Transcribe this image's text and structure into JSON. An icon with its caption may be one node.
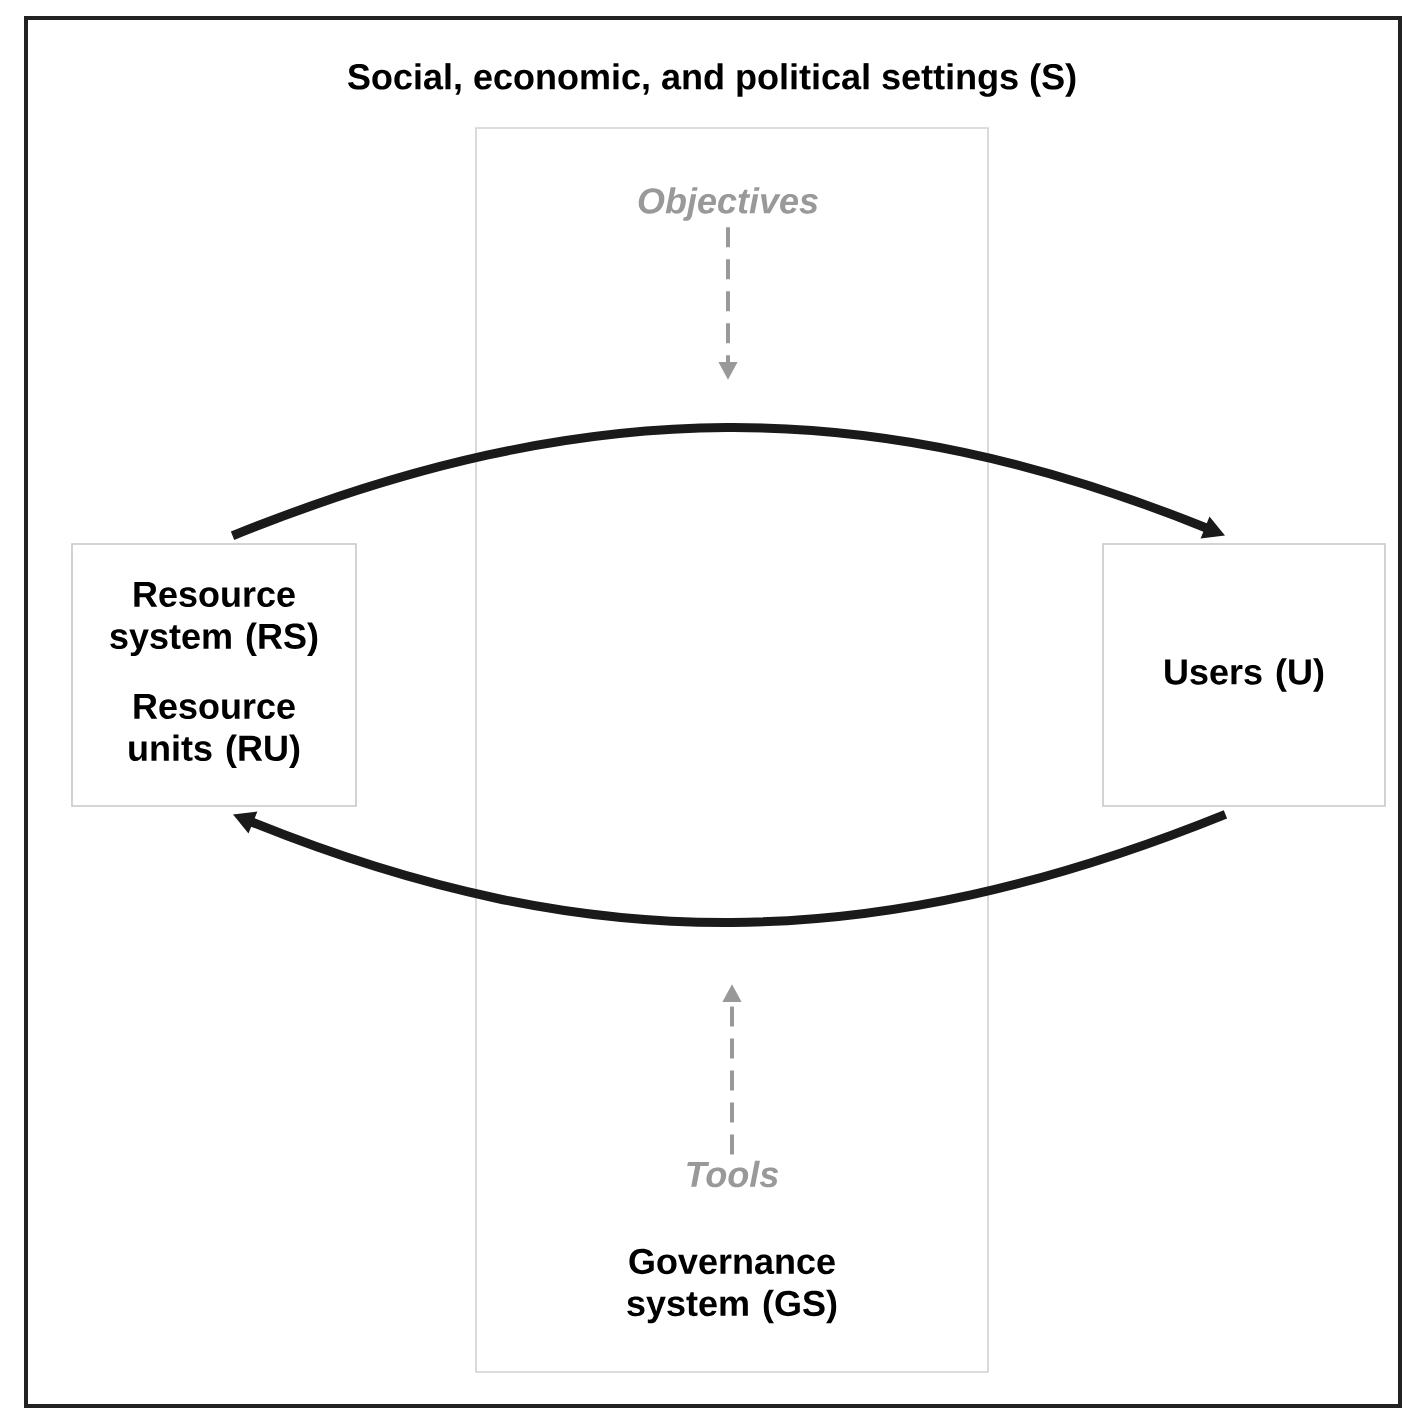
{
  "diagram": {
    "nodes": [
      {
        "text": [
          "Social, economic, and political settings (S)"
        ]
      },
      {
        "text": [
          "Resource system (RS)",
          "Resource units (RU)"
        ],
        "in": 0
      },
      {
        "text": [
          "Users (U)"
        ],
        "in": 0
      },
      {
        "text": [
          "Governance system (GS)"
        ],
        "in": 0
      },
      {
        "text": [
          "Objectives"
        ],
        "in": 3
      },
      {
        "text": [
          "Tools"
        ],
        "in": 3
      }
    ],
    "edges": [
      {
        "from": 1,
        "to": 2,
        "arrow": "to",
        "style": "thick"
      },
      {
        "from": 2,
        "to": 1,
        "arrow": "to",
        "style": "thick"
      },
      {
        "from": 4,
        "to": null,
        "arrow": "to",
        "style": "dashed",
        "color": "#999999"
      },
      {
        "from": 5,
        "to": null,
        "arrow": "to",
        "style": "dashed",
        "color": "#999999"
      }
    ]
  }
}
